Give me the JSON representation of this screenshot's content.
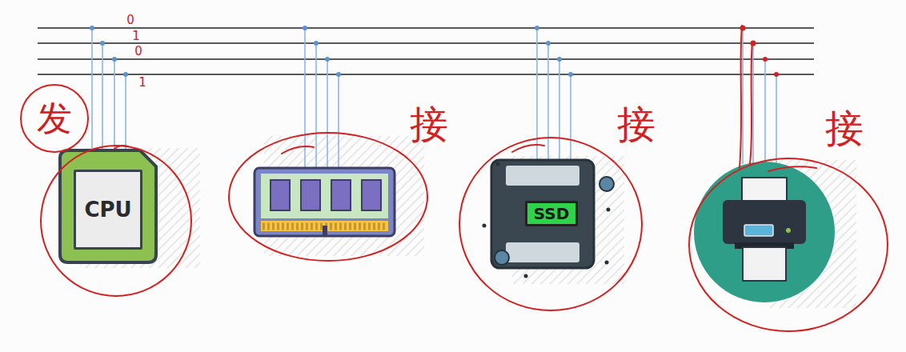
{
  "diagram": {
    "nodes": [
      {
        "text": [
          "发"
        ]
      },
      {
        "text": [
          "CPU"
        ]
      },
      {
        "text": [
          "SSD"
        ]
      }
    ],
    "labels": [
      "0",
      "1",
      "0",
      "1",
      "接",
      "接",
      "接"
    ]
  }
}
